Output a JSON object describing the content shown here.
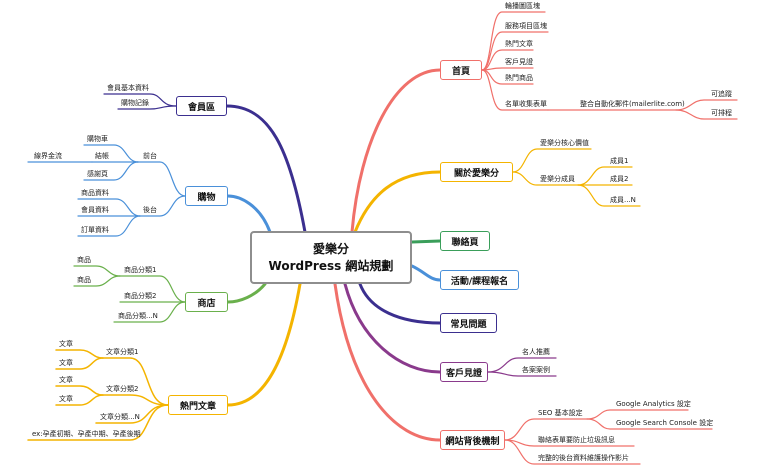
{
  "center": {
    "line1": "愛樂分",
    "line2": "WordPress 網站規劃"
  },
  "right": {
    "home": {
      "label": "首頁",
      "items": [
        "輪播圖區塊",
        "服務項目區塊",
        "熱門文章",
        "客戶見證",
        "熱門商品",
        "名單收集表單"
      ],
      "service": "整合自動化郵件(mailerlite.com)",
      "service_items": [
        "可追蹤",
        "可排程"
      ]
    },
    "about": {
      "label": "關於愛樂分",
      "core": "愛樂分核心價值",
      "members": "愛樂分成員",
      "member_items": [
        "成員1",
        "成員2",
        "成員...N"
      ]
    },
    "contact": {
      "label": "聯絡頁"
    },
    "events": {
      "label": "活動/課程報名"
    },
    "faq": {
      "label": "常見問題"
    },
    "testimonials": {
      "label": "客戶見證",
      "items": [
        "名人推薦",
        "各案案例"
      ]
    },
    "backend": {
      "label": "網站背後機制",
      "seo": "SEO 基本設定",
      "seo_items": [
        "Google Analytics 設定",
        "Google Search Console 設定"
      ],
      "items": [
        "聯絡表單要防止垃圾訊息",
        "完整的後台資料維護操作影片"
      ]
    }
  },
  "left": {
    "member_area": {
      "label": "會員區",
      "items": [
        "會員基本資料",
        "購物記錄"
      ]
    },
    "shopping": {
      "label": "購物",
      "front": "前台",
      "front_items": [
        "購物車",
        "結帳",
        "感謝頁"
      ],
      "checkout_sub": "線界金流",
      "back": "後台",
      "back_items": [
        "商品資料",
        "會員資料",
        "訂單資料"
      ]
    },
    "shop": {
      "label": "商店",
      "cat1": "商品分類1",
      "cat1_items": [
        "商品",
        "商品"
      ],
      "cat2": "商品分類2",
      "catN": "商品分類...N"
    },
    "articles": {
      "label": "熱門文章",
      "cat1": "文章分類1",
      "cat1_items": [
        "文章",
        "文章"
      ],
      "cat2": "文章分類2",
      "cat2_items": [
        "文章",
        "文章"
      ],
      "catN": "文章分類...N",
      "note": "ex:孕產初期、孕產中期、孕產後期"
    }
  },
  "colors": {
    "home": "#f0706a",
    "about": "#f4b400",
    "contact": "#3a9e5a",
    "events": "#4a90d9",
    "faq": "#3b2f8f",
    "testimonials": "#8a3a8c",
    "backend": "#f0706a",
    "member_area": "#3b2f8f",
    "shopping": "#4a90d9",
    "shop": "#6ab04c",
    "articles": "#f4b400"
  }
}
